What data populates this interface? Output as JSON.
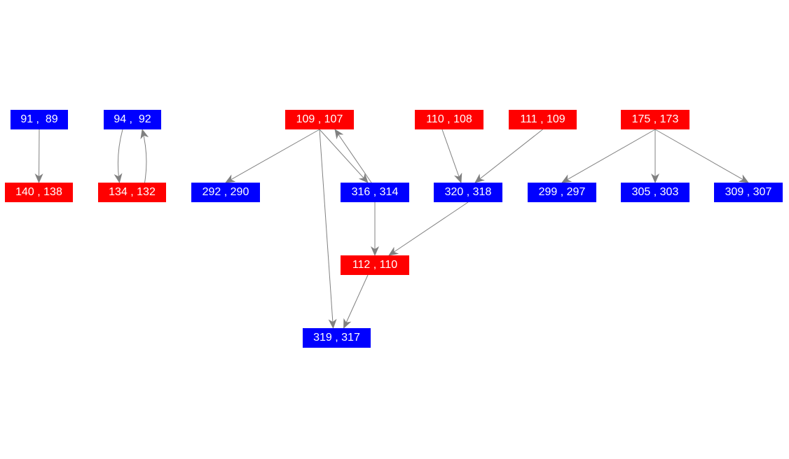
{
  "colors": {
    "red": "#ff0000",
    "blue": "#0000ff",
    "edge": "#808080"
  },
  "nodes": [
    {
      "id": "n91",
      "label": "91 ,  89",
      "color": "blue"
    },
    {
      "id": "n140",
      "label": "140 , 138",
      "color": "red"
    },
    {
      "id": "n94",
      "label": "94 ,  92",
      "color": "blue"
    },
    {
      "id": "n134",
      "label": "134 , 132",
      "color": "red"
    },
    {
      "id": "n109",
      "label": "109 , 107",
      "color": "red"
    },
    {
      "id": "n292",
      "label": "292 , 290",
      "color": "blue"
    },
    {
      "id": "n316",
      "label": "316 , 314",
      "color": "blue"
    },
    {
      "id": "n112",
      "label": "112 , 110",
      "color": "red"
    },
    {
      "id": "n319",
      "label": "319 , 317",
      "color": "blue"
    },
    {
      "id": "n110",
      "label": "110 , 108",
      "color": "red"
    },
    {
      "id": "n111",
      "label": "111 , 109",
      "color": "red"
    },
    {
      "id": "n320",
      "label": "320 , 318",
      "color": "blue"
    },
    {
      "id": "n175",
      "label": "175 , 173",
      "color": "red"
    },
    {
      "id": "n299",
      "label": "299 , 297",
      "color": "blue"
    },
    {
      "id": "n305",
      "label": "305 , 303",
      "color": "blue"
    },
    {
      "id": "n309",
      "label": "309 , 307",
      "color": "blue"
    }
  ],
  "edges": [
    {
      "from": "n91",
      "to": "n140"
    },
    {
      "from": "n94",
      "to": "n134"
    },
    {
      "from": "n134",
      "to": "n94"
    },
    {
      "from": "n109",
      "to": "n292"
    },
    {
      "from": "n109",
      "to": "n316"
    },
    {
      "from": "n316",
      "to": "n109"
    },
    {
      "from": "n109",
      "to": "n319"
    },
    {
      "from": "n316",
      "to": "n112"
    },
    {
      "from": "n320",
      "to": "n112"
    },
    {
      "from": "n112",
      "to": "n319"
    },
    {
      "from": "n110",
      "to": "n320"
    },
    {
      "from": "n111",
      "to": "n320"
    },
    {
      "from": "n175",
      "to": "n299"
    },
    {
      "from": "n175",
      "to": "n305"
    },
    {
      "from": "n175",
      "to": "n309"
    }
  ]
}
